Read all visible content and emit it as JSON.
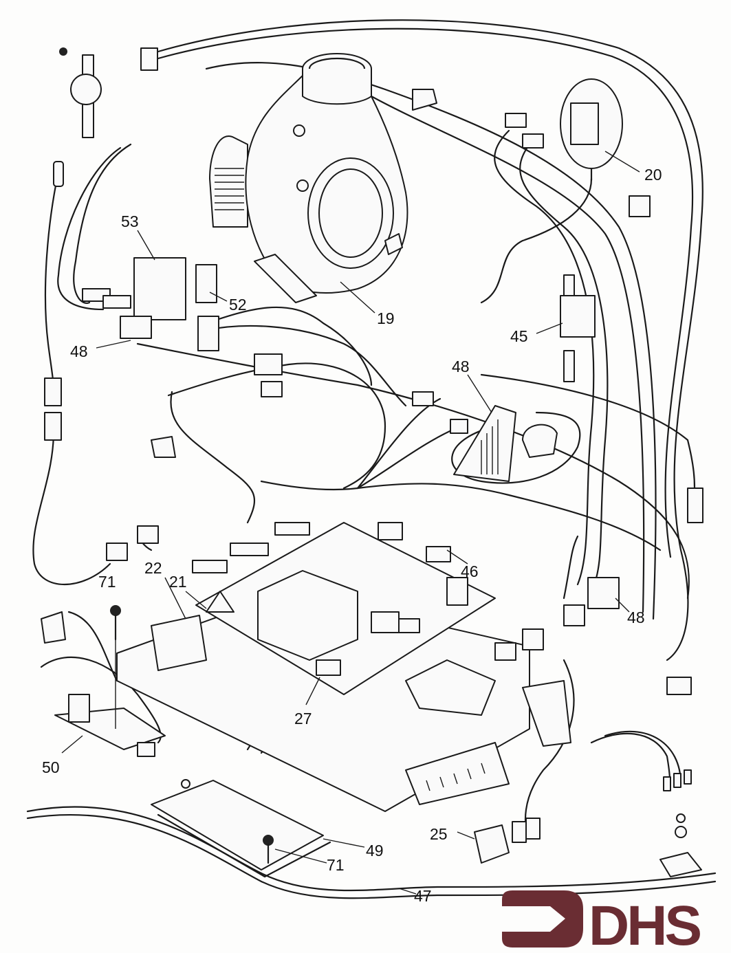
{
  "diagram": {
    "type": "exploded-parts-wiring-diagram",
    "callouts": [
      "20",
      "53",
      "52",
      "19",
      "45",
      "48",
      "48",
      "46",
      "22",
      "21",
      "71",
      "48",
      "27",
      "50",
      "25",
      "49",
      "71",
      "47"
    ]
  },
  "logo": {
    "text": "DHS",
    "color": "#6a2d33"
  },
  "colors": {
    "line": "#1a1a1a",
    "background": "#fdfdfc"
  }
}
